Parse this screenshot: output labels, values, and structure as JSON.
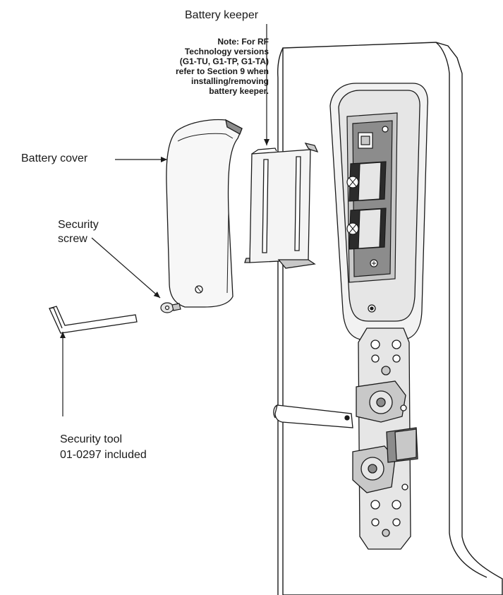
{
  "labels": {
    "battery_keeper": "Battery keeper",
    "battery_cover": "Battery cover",
    "security_screw_line1": "Security",
    "security_screw_line2": "screw",
    "security_tool_line1": "Security tool",
    "security_tool_line2": "01-0297 included"
  },
  "note": {
    "lines": [
      "Note: For RF",
      "Technology versions",
      "(G1-TU, G1-TP, G1-TA)",
      "refer to Section 9 when",
      "installing/removing",
      "battery keeper."
    ]
  },
  "colors": {
    "stroke": "#1a1a1a",
    "door_face": "#ffffff",
    "metal_light": "#e6e6e6",
    "metal_mid": "#c8c8c8",
    "metal_dark": "#8c8c8c",
    "battery_dark": "#2b2b2b"
  }
}
